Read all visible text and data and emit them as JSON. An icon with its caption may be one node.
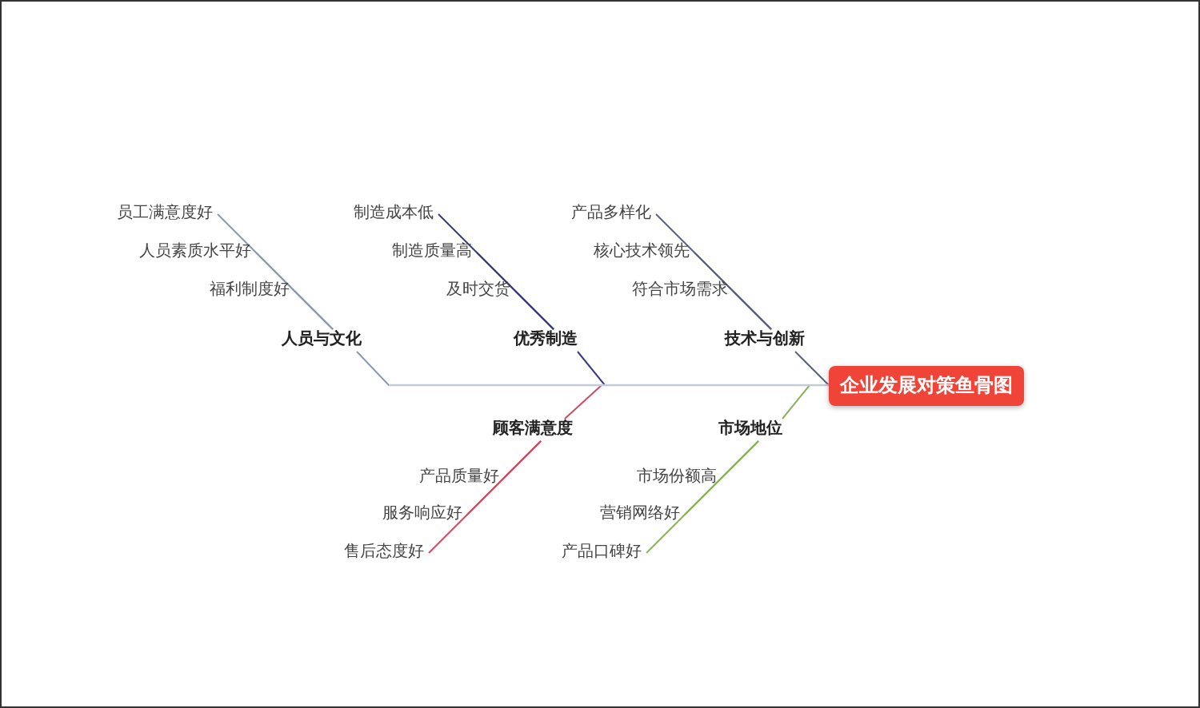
{
  "diagram": {
    "nodes": [
      {
        "text": [
          "企业发展对策鱼骨图"
        ]
      },
      {
        "text": [
          "人员与文化"
        ]
      },
      {
        "text": [
          "员工满意度好"
        ]
      },
      {
        "text": [
          "人员素质水平好"
        ]
      },
      {
        "text": [
          "福利制度好"
        ]
      },
      {
        "text": [
          "优秀制造"
        ]
      },
      {
        "text": [
          "制造成本低"
        ]
      },
      {
        "text": [
          "制造质量高"
        ]
      },
      {
        "text": [
          "及时交货"
        ]
      },
      {
        "text": [
          "技术与创新"
        ]
      },
      {
        "text": [
          "产品多样化"
        ]
      },
      {
        "text": [
          "核心技术领先"
        ]
      },
      {
        "text": [
          "符合市场需求"
        ]
      },
      {
        "text": [
          "顾客满意度"
        ]
      },
      {
        "text": [
          "产品质量好"
        ]
      },
      {
        "text": [
          "服务响应好"
        ]
      },
      {
        "text": [
          "售后态度好"
        ]
      },
      {
        "text": [
          "市场地位"
        ]
      },
      {
        "text": [
          "市场份额高"
        ]
      },
      {
        "text": [
          "营销网络好"
        ]
      },
      {
        "text": [
          "产品口碑好"
        ]
      }
    ],
    "edges": [
      {
        "from": 1,
        "to": 0,
        "arrow": "none",
        "color": "#8a9ab0"
      },
      {
        "from": 2,
        "to": 1,
        "arrow": "none",
        "color": "#8a9ab0"
      },
      {
        "from": 3,
        "to": 1,
        "arrow": "none",
        "color": "#8a9ab0"
      },
      {
        "from": 4,
        "to": 1,
        "arrow": "none",
        "color": "#8a9ab0"
      },
      {
        "from": 5,
        "to": 0,
        "arrow": "none",
        "color": "#3a3a80"
      },
      {
        "from": 6,
        "to": 5,
        "arrow": "none",
        "color": "#3a3a80"
      },
      {
        "from": 7,
        "to": 5,
        "arrow": "none",
        "color": "#3a3a80"
      },
      {
        "from": 8,
        "to": 5,
        "arrow": "none",
        "color": "#3a3a80"
      },
      {
        "from": 9,
        "to": 0,
        "arrow": "none",
        "color": "#5a6080"
      },
      {
        "from": 10,
        "to": 9,
        "arrow": "none",
        "color": "#5a6080"
      },
      {
        "from": 11,
        "to": 9,
        "arrow": "none",
        "color": "#5a6080"
      },
      {
        "from": 12,
        "to": 9,
        "arrow": "none",
        "color": "#5a6080"
      },
      {
        "from": 13,
        "to": 0,
        "arrow": "none",
        "color": "#d04a64"
      },
      {
        "from": 14,
        "to": 13,
        "arrow": "none",
        "color": "#d04a64"
      },
      {
        "from": 15,
        "to": 13,
        "arrow": "none",
        "color": "#d04a64"
      },
      {
        "from": 16,
        "to": 13,
        "arrow": "none",
        "color": "#d04a64"
      },
      {
        "from": 17,
        "to": 0,
        "arrow": "none",
        "color": "#8ab060"
      },
      {
        "from": 18,
        "to": 17,
        "arrow": "none",
        "color": "#8ab060"
      },
      {
        "from": 19,
        "to": 17,
        "arrow": "none",
        "color": "#8ab060"
      },
      {
        "from": 20,
        "to": 17,
        "arrow": "none",
        "color": "#8ab060"
      }
    ]
  }
}
